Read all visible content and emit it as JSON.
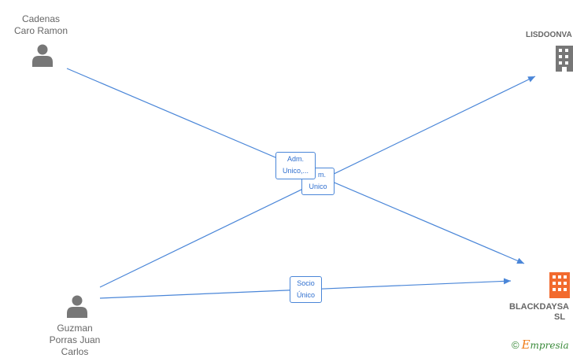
{
  "nodes": {
    "cadenas": {
      "line1": "Cadenas",
      "line2": "Caro Ramon",
      "icon": "person-icon"
    },
    "guzman": {
      "line1": "Guzman",
      "line2": "Porras Juan",
      "line3": "Carlos",
      "icon": "person-icon"
    },
    "lisdoonvarna": {
      "label": "LISDOONVA",
      "icon": "building-icon",
      "color": "#777777"
    },
    "blackdays": {
      "line1": "BLACKDAYSA",
      "line2": "SL",
      "icon": "building-icon",
      "color": "#f26a2e"
    }
  },
  "edges": {
    "adm_unico_1": {
      "line1": "Adm.",
      "line2": "Unico,..."
    },
    "adm_unico_2": {
      "line1": "m.",
      "line2": "Unico"
    },
    "socio_unico": {
      "line1": "Socio",
      "line2": "Único"
    }
  },
  "colors": {
    "edge": "#4a86d8",
    "person": "#777777"
  },
  "footer": {
    "copyright": "©",
    "brand_initial": "E",
    "brand_rest": "mpresia"
  }
}
